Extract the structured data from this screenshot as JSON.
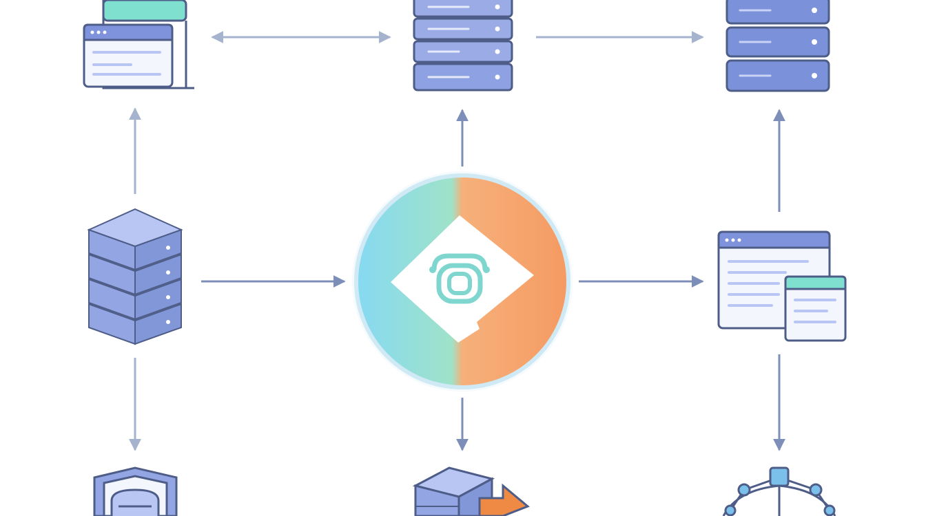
{
  "diagram": {
    "colors": {
      "background": "#ffffff",
      "arrow": "#7d8fb8",
      "arrow_light": "#a6b3ce",
      "outline": "#4e5d88",
      "server_fill": "#7b92da",
      "server_light": "#9aabe6",
      "cube_top": "#b9c6f4",
      "cube_left": "#93a6e3",
      "cube_right": "#8297d8",
      "window_bar": "#7f93dc",
      "window_body": "#f3f6fd",
      "teal": "#7fe0cf",
      "hub_left": "#86d9f2",
      "hub_mid": "#9fe2c9",
      "hub_right": "#f6a872",
      "export_arrow": "#ef8a45",
      "node_fill": "#7bc0ea"
    },
    "nodes": [
      {
        "id": "browser-top-left",
        "icon": "browser-window-icon"
      },
      {
        "id": "server-top-center",
        "icon": "server-rack-icon"
      },
      {
        "id": "server-top-right",
        "icon": "server-rack-icon"
      },
      {
        "id": "database-mid-left",
        "icon": "database-cube-icon"
      },
      {
        "id": "hub-center",
        "icon": "robot-hub-icon"
      },
      {
        "id": "browser-mid-right",
        "icon": "browser-window-icon"
      },
      {
        "id": "shield-bottom-left",
        "icon": "security-shield-icon"
      },
      {
        "id": "export-bottom-center",
        "icon": "data-export-icon"
      },
      {
        "id": "network-bottom-right",
        "icon": "network-graph-icon"
      }
    ]
  }
}
